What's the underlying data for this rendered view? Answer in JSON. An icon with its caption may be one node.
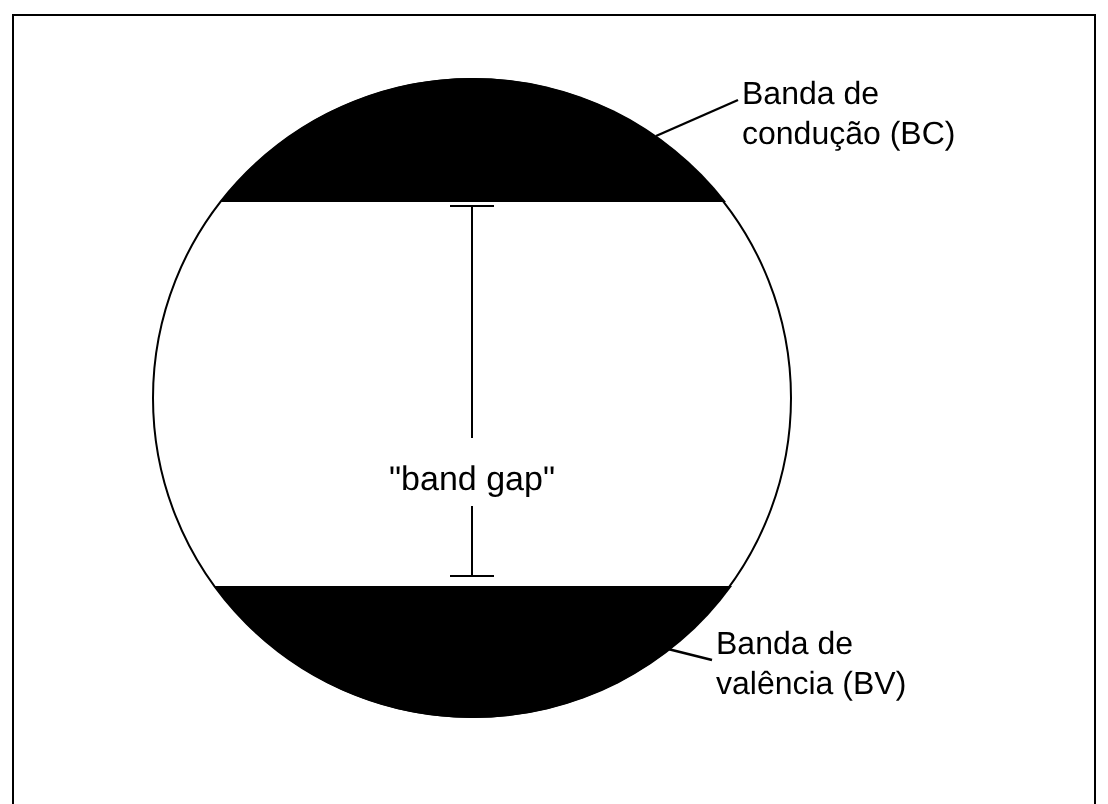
{
  "diagram": {
    "nodes": [
      {
        "text": [
          "\"band gap\""
        ]
      },
      {
        "text": [],
        "shape": "bar",
        "in": 0
      },
      {
        "text": [],
        "shape": "bar",
        "in": 0
      },
      {
        "text": [
          "Banda de condução (BC)"
        ]
      },
      {
        "text": [
          "Banda de valência (BV)"
        ]
      }
    ],
    "edges": [
      {
        "from": 3,
        "to": 1,
        "arrow": "none"
      },
      {
        "from": 4,
        "to": 2,
        "arrow": "none"
      }
    ]
  }
}
